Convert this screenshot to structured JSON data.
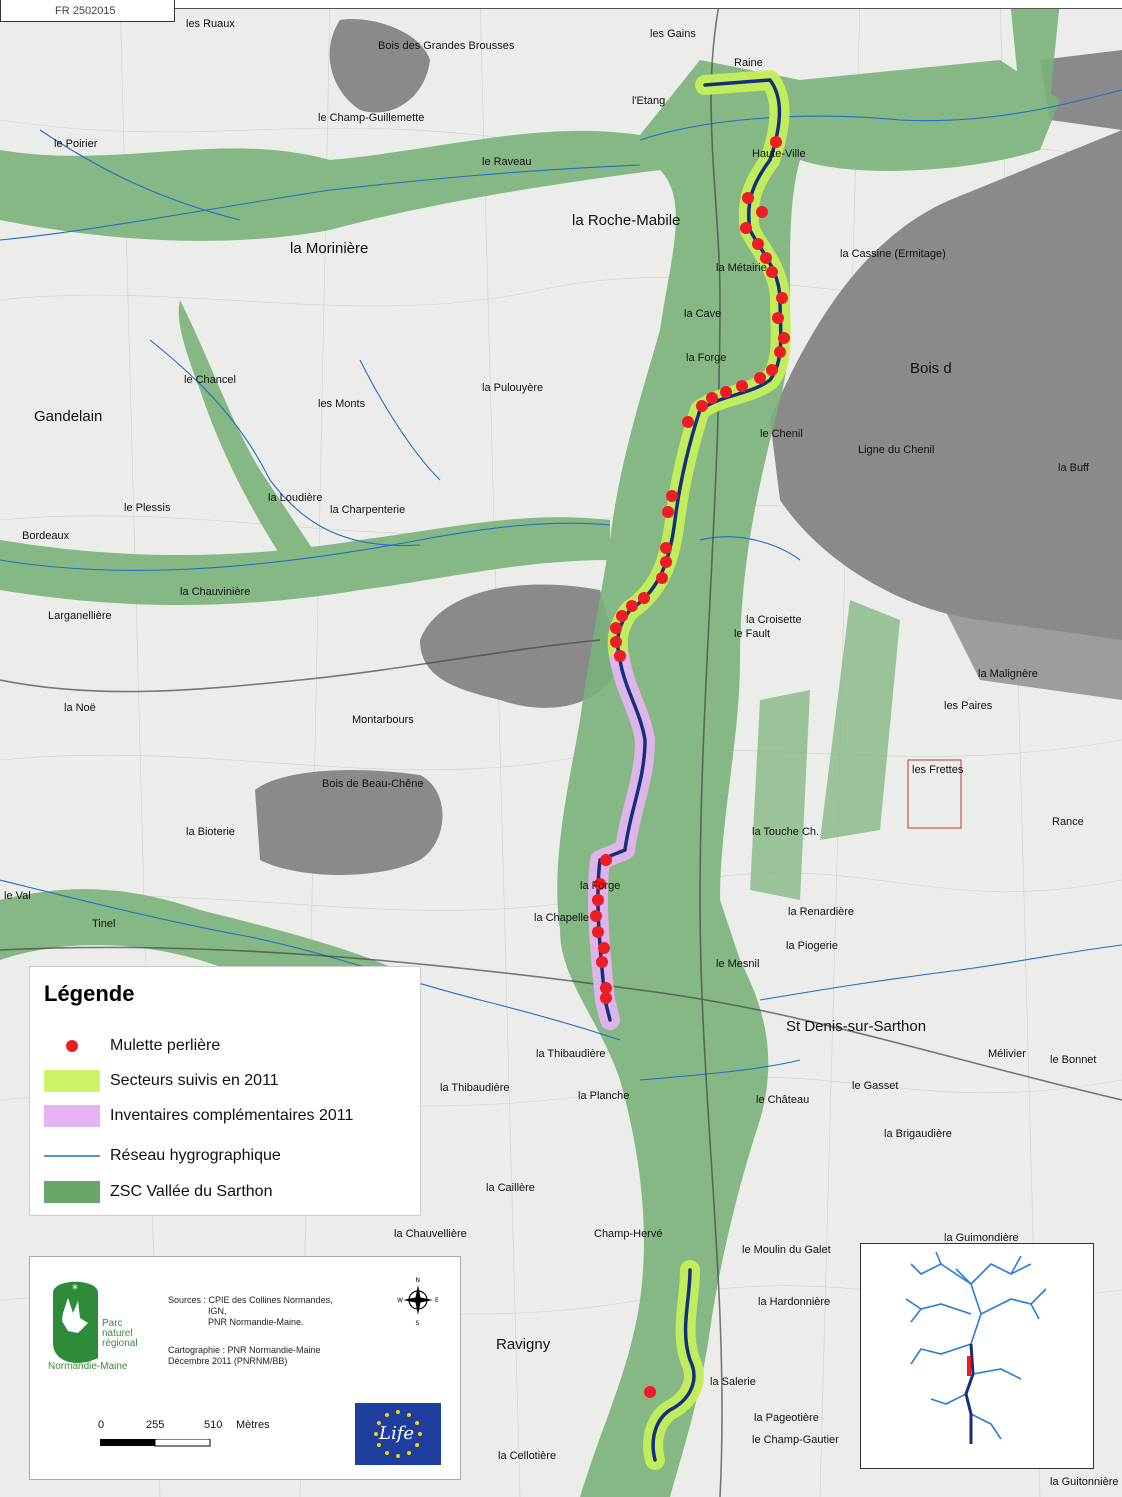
{
  "map_code": "FR 2502015",
  "legend": {
    "title": "Légende",
    "items": [
      {
        "label": "Mulette perlière",
        "symbol": "red-dot",
        "color": "#ee1c24"
      },
      {
        "label": "Secteurs suivis en 2011",
        "symbol": "green-fill",
        "color": "#ccf26a"
      },
      {
        "label": "Inventaires complémentaires 2011",
        "symbol": "purple-fill",
        "color": "#e5b3f2"
      },
      {
        "label": "Réseau hygrographique",
        "symbol": "blue-line",
        "color": "#1f6fc9"
      },
      {
        "label": "ZSC Vallée du Sarthon",
        "symbol": "dark-green-fill",
        "color": "#6aa56a"
      }
    ]
  },
  "credits": {
    "sources": "Sources : CPIE des Collines Normandes,\n                IGN,\n                PNR Normandie-Maine.",
    "cartography": "Cartographie : PNR Normandie-Maine\nDécembre 2011 (PNRNM/BB)",
    "parc_name": "Parc\nnaturel\nrégional",
    "parc_region": "Normandie-Maine",
    "life_label": "Life"
  },
  "compass": {
    "n": "N",
    "s": "S",
    "e": "E",
    "w": "W"
  },
  "scale": {
    "ticks": [
      "0",
      "255",
      "510"
    ],
    "unit": "Mètres"
  },
  "places": [
    {
      "name": "les Ruaux",
      "big": false
    },
    {
      "name": "Bois des Grandes Brousses",
      "big": false
    },
    {
      "name": "le Champ-Guillemette",
      "big": false
    },
    {
      "name": "le Poirier",
      "big": false
    },
    {
      "name": "les Gains",
      "big": false
    },
    {
      "name": "Raine",
      "big": false
    },
    {
      "name": "l'Etang",
      "big": false
    },
    {
      "name": "Haute-Ville",
      "big": false
    },
    {
      "name": "la Roche-Mabile",
      "big": true
    },
    {
      "name": "le Raveau",
      "big": false
    },
    {
      "name": "la Morinière",
      "big": true
    },
    {
      "name": "la Cassine (Ermitage)",
      "big": false
    },
    {
      "name": "la Métairie",
      "big": false
    },
    {
      "name": "la Cave",
      "big": false
    },
    {
      "name": "la Forge",
      "big": false
    },
    {
      "name": "Bois d",
      "big": true
    },
    {
      "name": "le Chancel",
      "big": false
    },
    {
      "name": "Gandelain",
      "big": true
    },
    {
      "name": "les Monts",
      "big": false
    },
    {
      "name": "la Pulouyère",
      "big": false
    },
    {
      "name": "le Chenil",
      "big": false
    },
    {
      "name": "Ligne du Chenil",
      "big": false
    },
    {
      "name": "la Buff",
      "big": false
    },
    {
      "name": "la Loudière",
      "big": false
    },
    {
      "name": "le Plessis",
      "big": false
    },
    {
      "name": "la Charpenterie",
      "big": false
    },
    {
      "name": "Bordeaux",
      "big": false
    },
    {
      "name": "la Chauvinière",
      "big": false
    },
    {
      "name": "Larganellière",
      "big": false
    },
    {
      "name": "la Croisette",
      "big": false
    },
    {
      "name": "le Fault",
      "big": false
    },
    {
      "name": "la Malignère",
      "big": false
    },
    {
      "name": "les Paires",
      "big": false
    },
    {
      "name": "la Noë",
      "big": false
    },
    {
      "name": "Montarbours",
      "big": false
    },
    {
      "name": "Bois de Beau-Chêne",
      "big": false
    },
    {
      "name": "les Frettes",
      "big": false
    },
    {
      "name": "la Touche Ch.",
      "big": false
    },
    {
      "name": "Rance",
      "big": false
    },
    {
      "name": "la Bioterie",
      "big": false
    },
    {
      "name": "le Val",
      "big": false
    },
    {
      "name": "Tinel",
      "big": false
    },
    {
      "name": "la Forge",
      "big": false
    },
    {
      "name": "la Chapelle",
      "big": false
    },
    {
      "name": "la Renardière",
      "big": false
    },
    {
      "name": "la Piogerie",
      "big": false
    },
    {
      "name": "le Mesnil",
      "big": false
    },
    {
      "name": "la Thibaudière",
      "big": false
    },
    {
      "name": "Mélivier",
      "big": false
    },
    {
      "name": "le Bonnet",
      "big": false
    },
    {
      "name": "St Denis-sur-Sarthon",
      "big": true
    },
    {
      "name": "le Gasset",
      "big": false
    },
    {
      "name": "le Château",
      "big": false
    },
    {
      "name": "la Thibaudière",
      "big": false
    },
    {
      "name": "la Planche",
      "big": false
    },
    {
      "name": "la Brigaudière",
      "big": false
    },
    {
      "name": "la Caillère",
      "big": false
    },
    {
      "name": "la Chauvellière",
      "big": false
    },
    {
      "name": "Champ-Hervé",
      "big": false
    },
    {
      "name": "le Moulin du Galet",
      "big": false
    },
    {
      "name": "la Guimondière",
      "big": false
    },
    {
      "name": "la Hardonnière",
      "big": false
    },
    {
      "name": "Ravigny",
      "big": true
    },
    {
      "name": "la Salerie",
      "big": false
    },
    {
      "name": "la Pageotière",
      "big": false
    },
    {
      "name": "le Champ-Gautier",
      "big": false
    },
    {
      "name": "la Cellotière",
      "big": false
    },
    {
      "name": "la Guitonnière",
      "big": false
    }
  ]
}
